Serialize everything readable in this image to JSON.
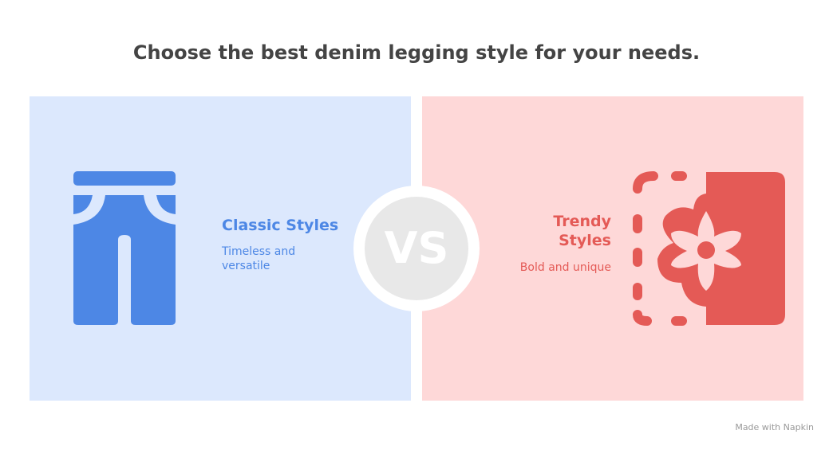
{
  "title": "Choose the best denim legging style for your needs.",
  "left": {
    "heading": "Classic Styles",
    "subtitle": "Timeless and versatile",
    "color": "#4d87e5",
    "icon": "pants-icon"
  },
  "right": {
    "heading": "Trendy Styles",
    "subtitle": "Bold and unique",
    "color": "#e45a56",
    "icon": "flower-pattern-icon"
  },
  "vs": "VS",
  "footer": "Made with Napkin"
}
